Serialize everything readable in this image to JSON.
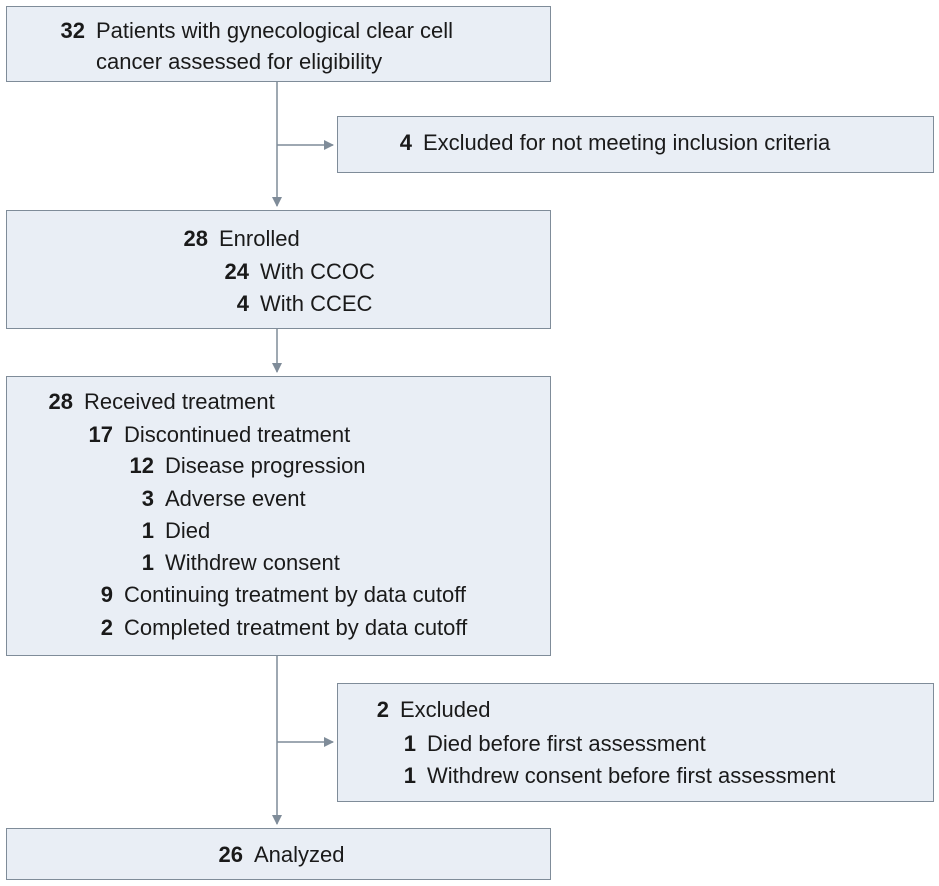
{
  "assessed": {
    "count": "32",
    "label_line1": "Patients with gynecological clear cell",
    "label_line2": "cancer assessed for eligibility"
  },
  "excluded_initial": {
    "count": "4",
    "label": "Excluded for not meeting inclusion criteria"
  },
  "enrolled": {
    "count": "28",
    "label": "Enrolled",
    "sub": [
      {
        "count": "24",
        "label": "With CCOC"
      },
      {
        "count": "4",
        "label": "With CCEC"
      }
    ]
  },
  "treatment": {
    "count": "28",
    "label": "Received treatment",
    "discontinued": {
      "count": "17",
      "label": "Discontinued treatment",
      "reasons": [
        {
          "count": "12",
          "label": "Disease progression"
        },
        {
          "count": "3",
          "label": "Adverse event"
        },
        {
          "count": "1",
          "label": "Died"
        },
        {
          "count": "1",
          "label": "Withdrew consent"
        }
      ]
    },
    "continuing": {
      "count": "9",
      "label": "Continuing treatment by data cutoff"
    },
    "completed": {
      "count": "2",
      "label": "Completed treatment by data cutoff"
    }
  },
  "excluded_analysis": {
    "count": "2",
    "label": "Excluded",
    "reasons": [
      {
        "count": "1",
        "label": "Died before first assessment"
      },
      {
        "count": "1",
        "label": "Withdrew consent before first assessment"
      }
    ]
  },
  "analyzed": {
    "count": "26",
    "label": "Analyzed"
  },
  "colors": {
    "box_fill": "#e9eef5",
    "box_border": "#7f8c99",
    "arrow": "#7f8c99"
  }
}
